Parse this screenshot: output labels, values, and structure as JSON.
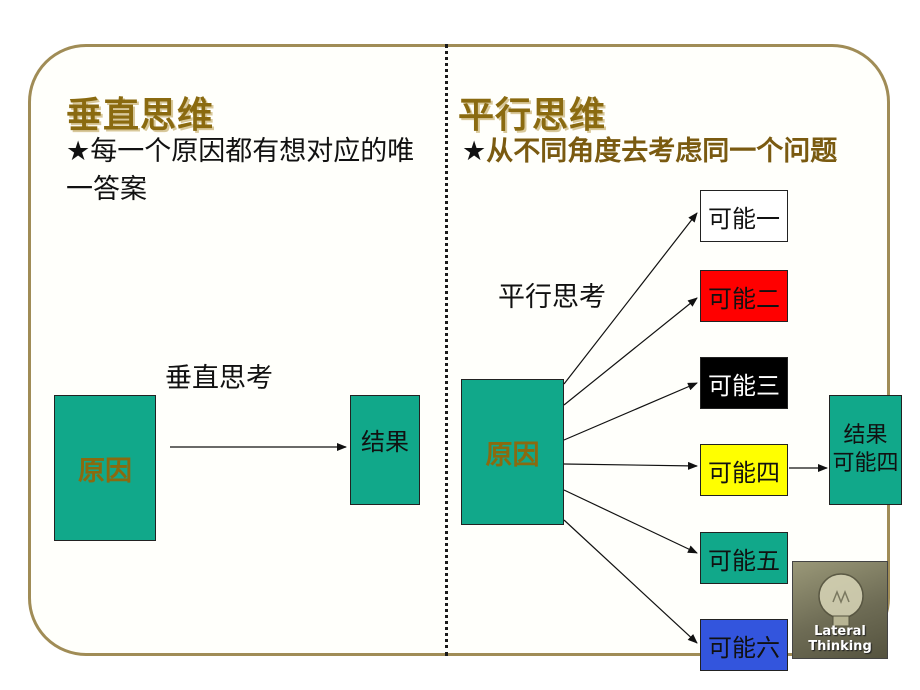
{
  "left": {
    "heading": "垂直思维",
    "star": "★",
    "description": "每一个原因都有想对应的唯一答案",
    "arrow_label": "垂直思考",
    "cause": "原因",
    "result": "结果"
  },
  "right": {
    "heading": "平行思维",
    "star": "★",
    "description": "从不同角度去考虑同一个问题",
    "fan_label": "平行思考",
    "cause": "原因",
    "options": [
      {
        "label": "可能一",
        "color": "#ffffff"
      },
      {
        "label": "可能二",
        "color": "#ff0000"
      },
      {
        "label": "可能三",
        "color": "#000000"
      },
      {
        "label": "可能四",
        "color": "#ffff00"
      },
      {
        "label": "可能五",
        "color": "#11a88a"
      },
      {
        "label": "可能六",
        "color": "#3355dd"
      }
    ],
    "result_line1": "结果",
    "result_line2": "可能四"
  },
  "logo": {
    "line1": "Lateral",
    "line2": "Thinking",
    "icon": "lightbulb-icon"
  }
}
